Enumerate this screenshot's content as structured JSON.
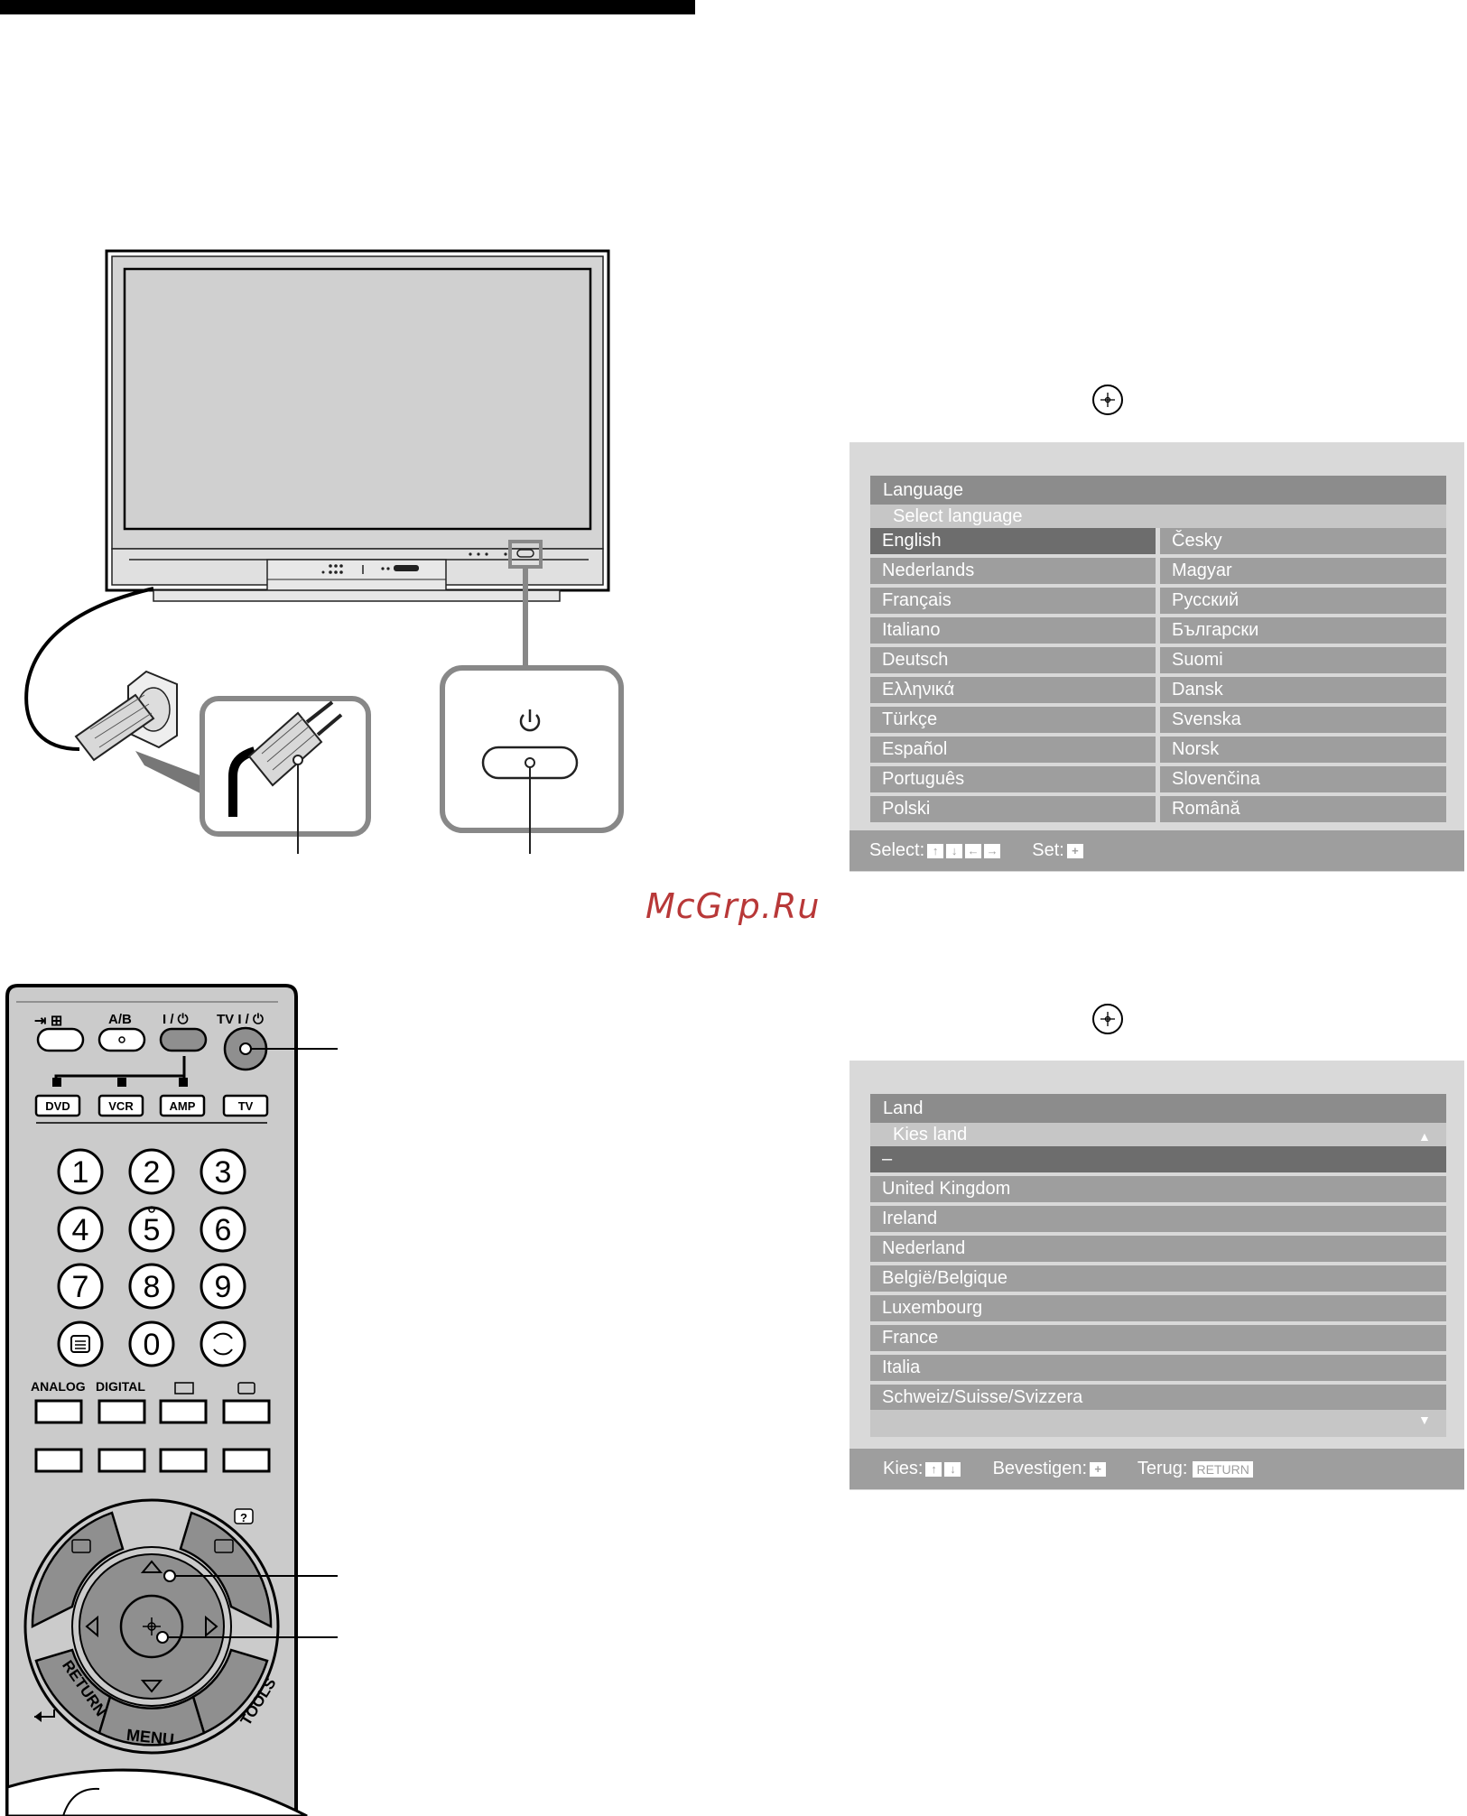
{
  "watermark": "McGrp.Ru",
  "language_menu": {
    "title": "Language",
    "subtitle": "Select language",
    "left": [
      "English",
      "Nederlands",
      "Français",
      "Italiano",
      "Deutsch",
      "Ελληνικά",
      "Türkçe",
      "Español",
      "Português",
      "Polski"
    ],
    "right": [
      "Česky",
      "Magyar",
      "Русский",
      "Български",
      "Suomi",
      "Dansk",
      "Svenska",
      "Norsk",
      "Slovenčina",
      "Română"
    ],
    "footer": {
      "select_label": "Select:",
      "set_label": "Set:"
    }
  },
  "country_menu": {
    "title": "Land",
    "subtitle": "Kies land",
    "items": [
      "–",
      "United Kingdom",
      "Ireland",
      "Nederland",
      "België/Belgique",
      "Luxembourg",
      "France",
      "Italia",
      "Schweiz/Suisse/Svizzera"
    ],
    "footer": {
      "select_label": "Kies:",
      "confirm_label": "Bevestigen:",
      "back_label": "Terug:",
      "back_key": "RETURN"
    }
  },
  "remote": {
    "top_labels": [
      "A/B",
      "I / ⏻",
      "TV I / ⏻"
    ],
    "modes": [
      "DVD",
      "VCR",
      "AMP",
      "TV"
    ],
    "digits": [
      "1",
      "2",
      "3",
      "4",
      "5",
      "6",
      "7",
      "8",
      "9",
      "0"
    ],
    "buttons_row": [
      "ANALOG",
      "DIGITAL"
    ],
    "nav": {
      "return": "RETURN",
      "menu": "MENU",
      "tools": "TOOLS",
      "help": "?"
    }
  }
}
